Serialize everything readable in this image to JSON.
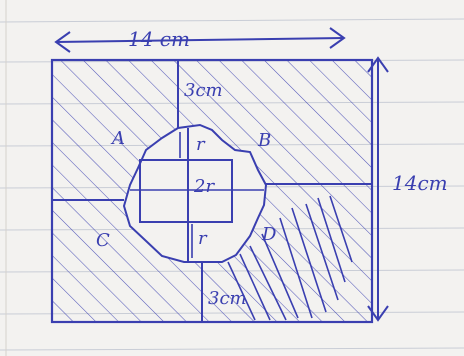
{
  "labels": {
    "top_dimension": "14 cm",
    "right_dimension": "14cm",
    "top_gap": "3cm",
    "bottom_gap": "3cm",
    "region_a": "A",
    "region_b": "B",
    "region_c": "C",
    "region_d": "D",
    "radius_top": "r",
    "diameter_center": "2r",
    "radius_bottom": "r"
  },
  "colors": {
    "ink": "#3a3fb0",
    "paper": "#f3f2f0",
    "ruled_line": "#c9cdd6"
  }
}
